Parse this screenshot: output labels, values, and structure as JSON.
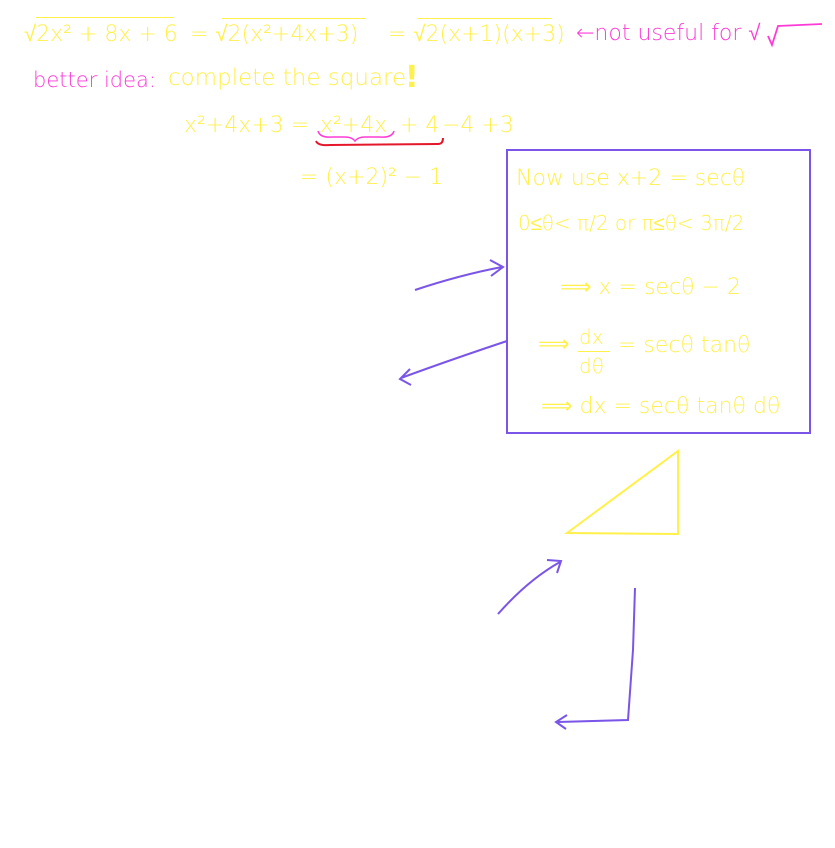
{
  "colors": {
    "yellow": "#fff04a",
    "magenta": "#ff3bd6",
    "purple": "#7a55e8",
    "red": "#e4182a",
    "background": "#ffffff"
  },
  "line1": {
    "expr_a": "√2x² + 8x + 6",
    "expr_b": "= √2(x²+4x+3)",
    "expr_c": "= √2(x+1)(x+3)",
    "note": "←not useful for √"
  },
  "line2": {
    "label": "better idea:",
    "text": "complete the square",
    "exclaim": "!"
  },
  "line3": {
    "lhs": "x²+4x+3 =",
    "underlined": "x²+4x",
    "plus4": "+ 4",
    "rest": "−4 +3"
  },
  "line4": {
    "text": "= (x+2)² − 1"
  },
  "box": {
    "row1": "Now use  x+2 = secθ",
    "row2": "0≤θ< π/2 or π≤θ< 3π/2",
    "row3": "⟹ x = secθ − 2",
    "row4_lead": "⟹",
    "row4_frac_top": "dx",
    "row4_frac_bot": "dθ",
    "row4_rest": "= secθ tanθ",
    "row5": "⟹ dx = secθ tanθ dθ"
  },
  "icons": [
    "right-triangle-icon",
    "arrow-icon",
    "square-root-icon"
  ]
}
